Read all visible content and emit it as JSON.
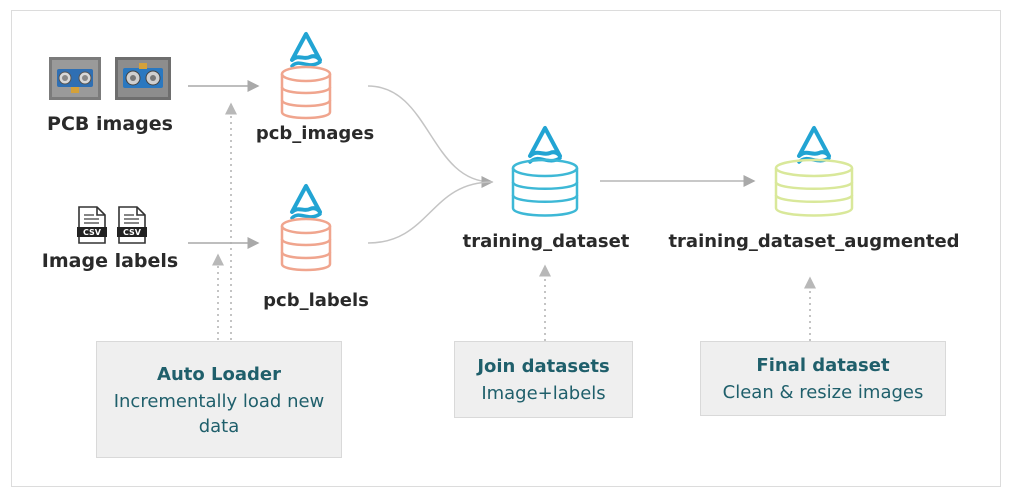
{
  "sources": {
    "pcb_images": "PCB images",
    "image_labels": "Image labels",
    "csv_badge": "CSV"
  },
  "tables": {
    "pcb_images": "pcb_images",
    "pcb_labels": "pcb_labels",
    "training_dataset": "training_dataset",
    "training_dataset_augmented": "training_dataset_augmented"
  },
  "boxes": {
    "auto_loader": {
      "title": "Auto Loader",
      "line1": "Incrementally load new",
      "line2": "data"
    },
    "join": {
      "title": "Join datasets",
      "subtitle": "Image+labels"
    },
    "final": {
      "title": "Final dataset",
      "subtitle": "Clean & resize images"
    }
  },
  "colors": {
    "bronze": "#f0a58e",
    "silver": "#3db8d6",
    "gold": "#d9e89a",
    "logo": "#22a4d3",
    "box_text": "#1f5f6b",
    "arrow": "#b5b5b5"
  },
  "icons": {
    "table_logo": "delta-lake-icon",
    "db": "database-icon",
    "csv": "csv-file-icon",
    "image": "pcb-image-icon"
  }
}
